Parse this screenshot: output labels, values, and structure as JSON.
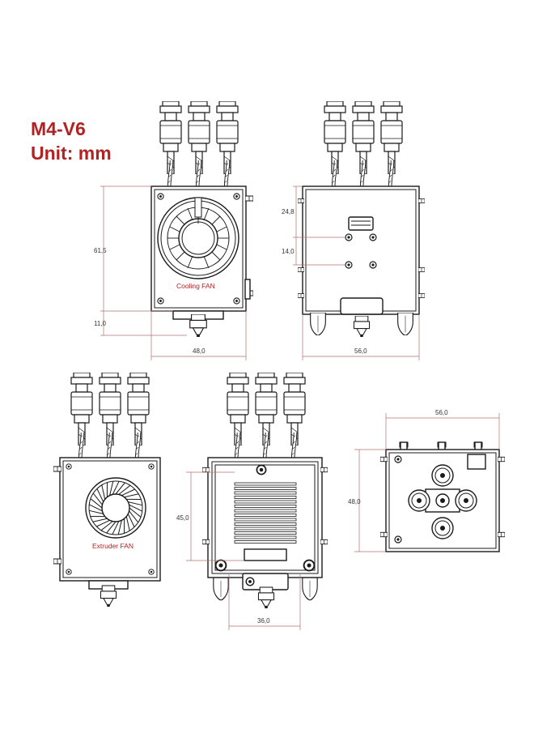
{
  "header": {
    "model": "M4-V6",
    "unit": "Unit: mm"
  },
  "labels": {
    "cooling_fan": "Cooling FAN",
    "extruder_fan": "Extruder FAN"
  },
  "dimensions": {
    "front_height": "61,5",
    "nozzle_height": "11,0",
    "front_width": "48,0",
    "side_top": "24,8",
    "side_mid": "14,0",
    "side_width": "56,0",
    "extruder_width": "36,0",
    "heatsink_height": "45,0",
    "top_width": "56,0",
    "top_depth": "48,0"
  },
  "colors": {
    "accent": "#b22222",
    "line": "#1a1a1a",
    "dimension": "#b07070"
  }
}
